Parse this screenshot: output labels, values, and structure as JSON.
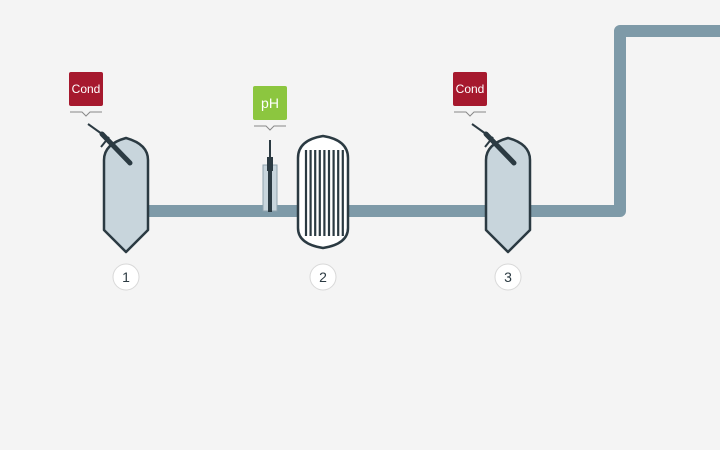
{
  "colors": {
    "background": "#f4f4f4",
    "pipe": "#7e9aa8",
    "vessel_fill": "#c8d5dc",
    "outline": "#2b3a42",
    "cond_tag": "#a6192e",
    "ph_tag": "#8cc63f",
    "text_light": "#ffffff",
    "connector": "#888888"
  },
  "sensors": [
    {
      "id": "sensor-1",
      "label": "Cond",
      "color_key": "cond_tag"
    },
    {
      "id": "sensor-2",
      "label": "pH",
      "color_key": "ph_tag"
    },
    {
      "id": "sensor-3",
      "label": "Cond",
      "color_key": "cond_tag"
    }
  ],
  "stations": [
    {
      "number": "1",
      "equipment": "vessel"
    },
    {
      "number": "2",
      "equipment": "filter-column"
    },
    {
      "number": "3",
      "equipment": "vessel"
    }
  ]
}
